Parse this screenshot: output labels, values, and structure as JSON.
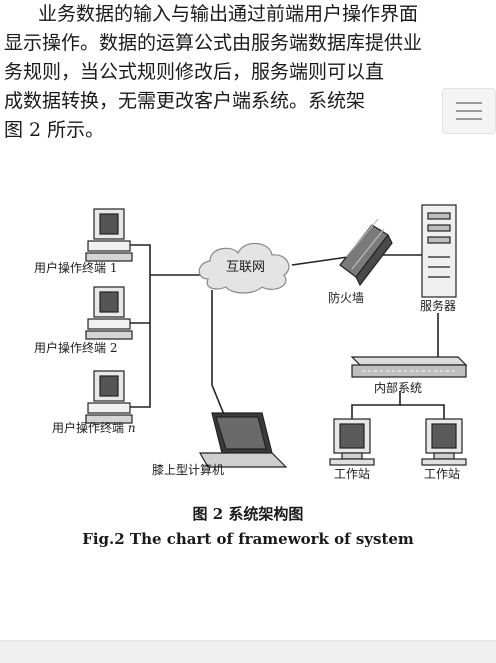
{
  "paragraph": {
    "lines": [
      "业务数据的输入与输出通过前端用户操作界面",
      "显示操作。数据的运算公式由服务端数据库提供业",
      "务规则，当公式规则修改后，服务端则可以直",
      "成数据转换，无需更改客户端系统。系统架",
      "图 2 所示。"
    ]
  },
  "menu": {
    "icon": "hamburger-menu-icon"
  },
  "diagram": {
    "nodes": {
      "terminal1": "用户操作终端 1",
      "terminal2": "用户操作终端 2",
      "terminaln_prefix": "用户操作终端 ",
      "terminaln_suffix": "n",
      "internet": "互联网",
      "firewall": "防火墙",
      "server": "服务器",
      "internal": "内部系统",
      "laptop": "膝上型计算机",
      "workstation1": "工作站",
      "workstation2": "工作站"
    }
  },
  "caption": {
    "cn": "图 2    系统架构图",
    "en": "Fig.2    The chart of framework of system"
  }
}
